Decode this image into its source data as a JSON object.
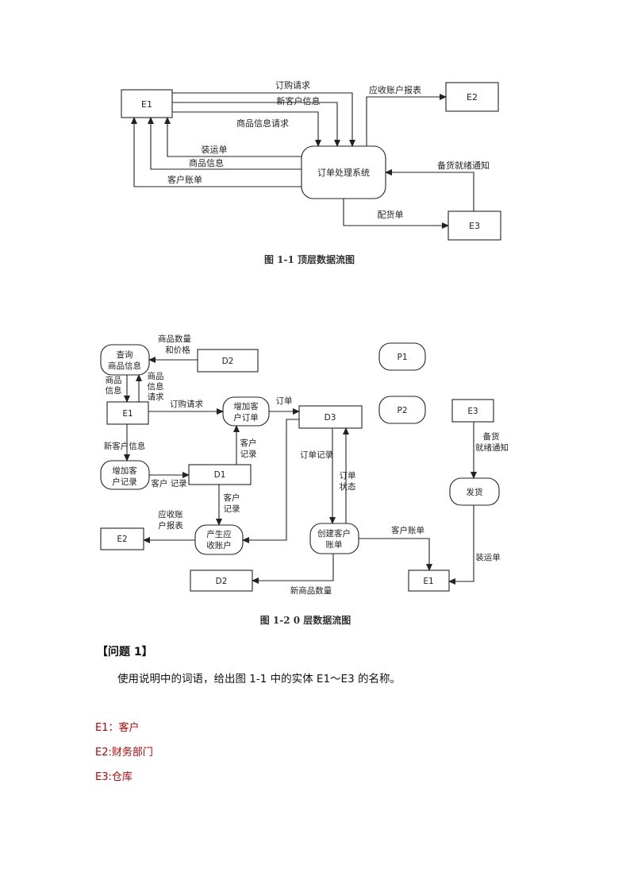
{
  "fig1": {
    "caption": "图 1-1    顶层数据流图",
    "e1": "E1",
    "e2": "E2",
    "e3": "E3",
    "process": "订单处理系统",
    "order_request": "订购请求",
    "new_customer_info": "新客户信息",
    "product_info_request": "商品信息请求",
    "shipping_list": "装运单",
    "product_info": "商品信息",
    "customer_bill": "客户账单",
    "receivable_report": "应收账户报表",
    "stock_ready": "备货就绪通知",
    "distribution_list": "配货单"
  },
  "fig2": {
    "caption": "图 1-2    0 层数据流图",
    "query_product_l1": "查询",
    "query_product_l2": "商品信息",
    "d2_top": "D2",
    "qty_price_l1": "商品数量",
    "qty_price_l2": "和价格",
    "p1": "P1",
    "p2": "P2",
    "product_info_l1": "商品",
    "product_info_l2": "信息",
    "product_req_l1": "商品",
    "product_req_l2": "信息",
    "product_req_l3": "请求",
    "e1": "E1",
    "order_request": "订购请求",
    "add_order_l1": "增加客",
    "add_order_l2": "户订单",
    "order": "订单",
    "d3": "D3",
    "e3": "E3",
    "stock_ready_l1": "备货",
    "stock_ready_l2": "就绪通知",
    "new_customer_info": "新客户信息",
    "cust_record_up_l1": "客户",
    "cust_record_up_l2": "记录",
    "order_record": "订单记录",
    "order_status_l1": "订单",
    "order_status_l2": "状态",
    "add_cust_l1": "增加客",
    "add_cust_l2": "户记录",
    "d1": "D1",
    "cust_record": "客户 记录",
    "cust_record_down_l1": "客户",
    "cust_record_down_l2": "记录",
    "ship": "发货",
    "recv_report_l1": "应收账",
    "recv_report_l2": "户报表",
    "e2": "E2",
    "gen_recv_l1": "产生应",
    "gen_recv_l2": "收账户",
    "create_bill_l1": "创建客户",
    "create_bill_l2": "账单",
    "customer_bill": "客户账单",
    "shipping_list": "装运单",
    "e1_bottom": "E1",
    "d2_bottom": "D2",
    "new_qty": "新商品数量"
  },
  "question": {
    "title": "【问题 1】",
    "text": "使用说明中的词语，给出图 1-1 中的实体 E1～E3 的名称。"
  },
  "answers": [
    "E1：客户",
    "E2:财务部门",
    "E3:仓库"
  ],
  "colors": {
    "answer": "#c00000",
    "line": "#222222"
  }
}
